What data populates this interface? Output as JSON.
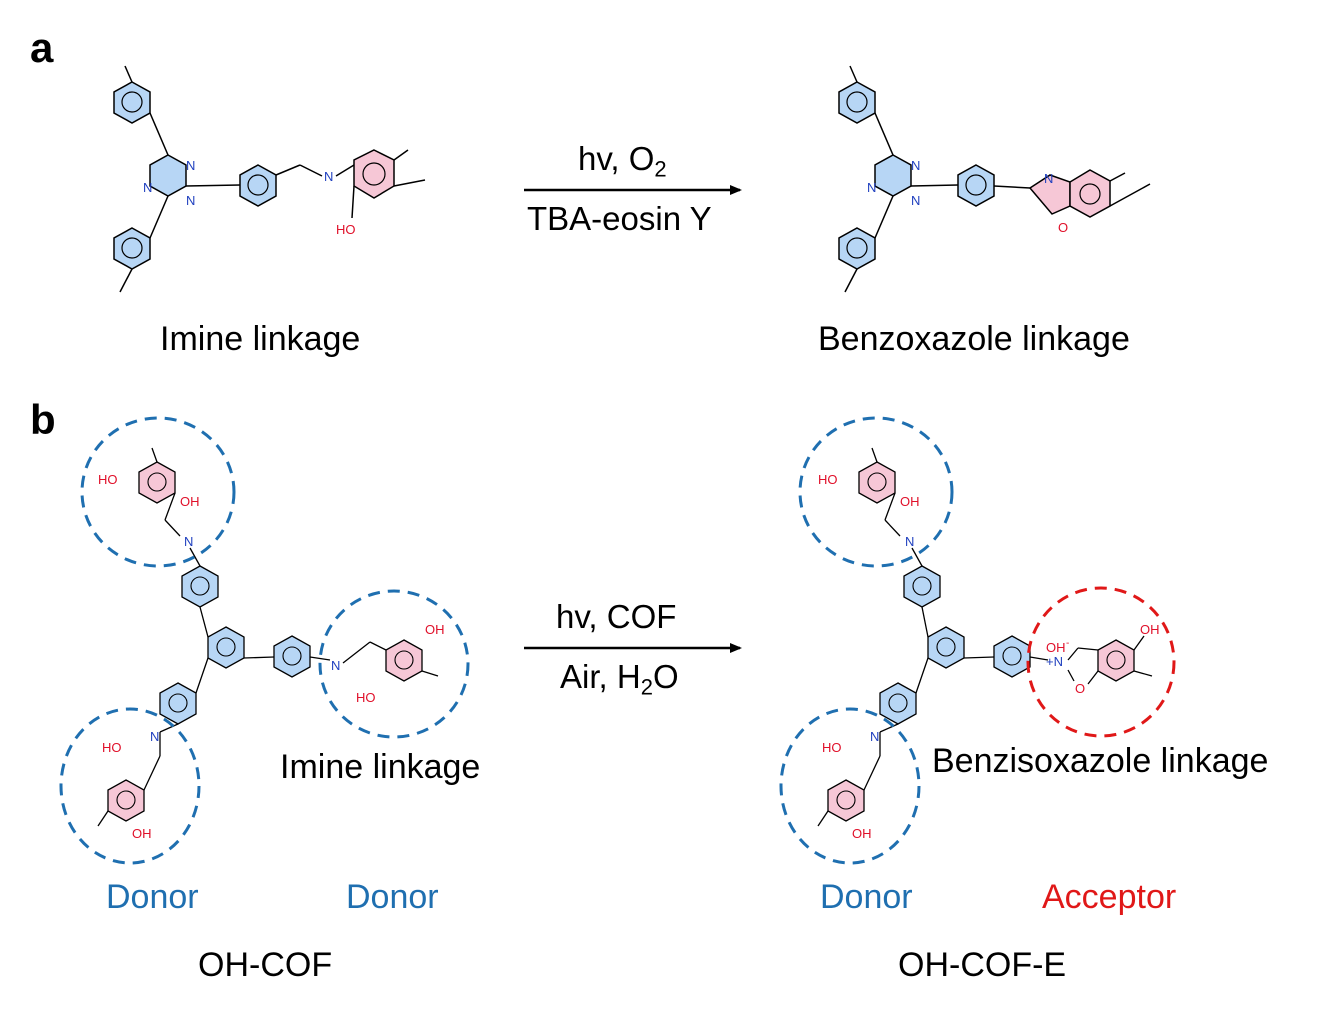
{
  "panel_a": {
    "letter": "a",
    "reactant_caption": "Imine linkage",
    "product_caption": "Benzoxazole linkage",
    "condition_top": "hv, O",
    "condition_top_sub": "2",
    "condition_bottom": "TBA-eosin Y",
    "atoms": {
      "N": "N",
      "O": "O",
      "OH": "HO"
    }
  },
  "panel_b": {
    "letter": "b",
    "condition_top": "hv, COF",
    "condition_bottom_pre": "Air, H",
    "condition_bottom_sub": "2",
    "condition_bottom_post": "O",
    "left_inline_label": "Imine linkage",
    "right_inline_label": "Benzisoxazole linkage",
    "left_role_1": "Donor",
    "left_role_2": "Donor",
    "right_role_1": "Donor",
    "right_role_2": "Acceptor",
    "left_name": "OH-COF",
    "right_name": "OH-COF-E",
    "atoms": {
      "N": "N",
      "OH": "OH",
      "HO": "HO",
      "O": "O",
      "OHminus": "OH",
      "minus": "-",
      "Nplus": "+N"
    }
  },
  "colors": {
    "blue_ring": "#b7d6f5",
    "pink_ring": "#f6c7d6",
    "donor_dash": "#1f6fb0",
    "acceptor_dash": "#e01818",
    "donor_text": "#1f6fb0",
    "acceptor_text": "#e01818",
    "nitrogen": "#1f3fbf",
    "oxygen": "#e0102a"
  }
}
